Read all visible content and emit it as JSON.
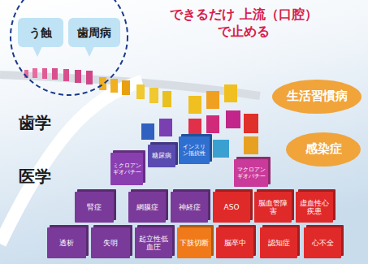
{
  "diagram": {
    "nodes": [
      {
        "text": [
          "う蝕"
        ]
      },
      {
        "text": [
          "歯周病"
        ]
      },
      {
        "text": [
          "生活習慣病"
        ]
      },
      {
        "text": [
          "感染症"
        ]
      },
      {
        "text": [
          "糖尿病"
        ]
      },
      {
        "text": [
          "ミクロアンギオパチー"
        ]
      },
      {
        "text": [
          "インスリン抵抗性"
        ]
      },
      {
        "text": [
          "マクロアンギオパチー"
        ]
      },
      {
        "text": [
          "腎症"
        ]
      },
      {
        "text": [
          "網膜症"
        ]
      },
      {
        "text": [
          "神経症"
        ]
      },
      {
        "text": [
          "ASO"
        ]
      },
      {
        "text": [
          "脳血管障害"
        ]
      },
      {
        "text": [
          "虚血性心疾患"
        ]
      },
      {
        "text": [
          "透析"
        ]
      },
      {
        "text": [
          "失明"
        ]
      },
      {
        "text": [
          "起立性低血圧"
        ]
      },
      {
        "text": [
          "下肢切断"
        ]
      },
      {
        "text": [
          "脳卒中"
        ]
      },
      {
        "text": [
          "認知症"
        ]
      },
      {
        "text": [
          "心不全"
        ]
      }
    ],
    "labels": [
      "できるだけ 上流（口腔）で止める",
      "歯学",
      "医学"
    ]
  }
}
